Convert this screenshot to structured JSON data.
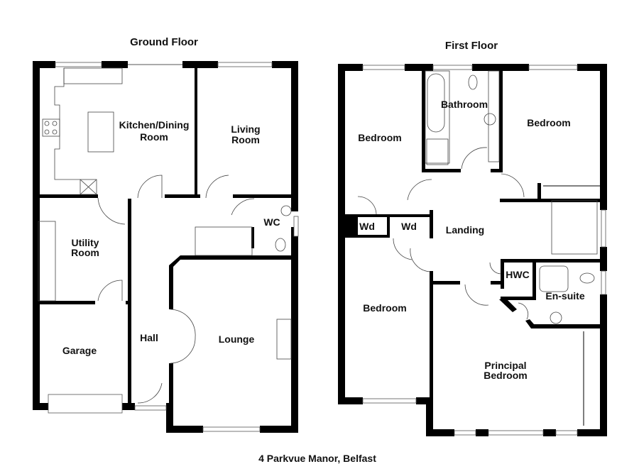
{
  "address": "4 Parkvue Manor, Belfast",
  "floors": [
    {
      "title": "Ground Floor",
      "rooms": [
        {
          "name": "Kitchen/Dining",
          "name2": "Room"
        },
        {
          "name": "Living",
          "name2": "Room"
        },
        {
          "name": "WC"
        },
        {
          "name": "Utility",
          "name2": "Room"
        },
        {
          "name": "Hall"
        },
        {
          "name": "Lounge"
        },
        {
          "name": "Garage"
        }
      ]
    },
    {
      "title": "First Floor",
      "rooms": [
        {
          "name": "Bedroom"
        },
        {
          "name": "Bathroom"
        },
        {
          "name": "Bedroom"
        },
        {
          "name": "Wd"
        },
        {
          "name": "Wd"
        },
        {
          "name": "Landing"
        },
        {
          "name": "HWC"
        },
        {
          "name": "En-suite"
        },
        {
          "name": "Bedroom"
        },
        {
          "name": "Principal",
          "name2": "Bedroom"
        }
      ]
    }
  ],
  "colors": {
    "wall": "#000000",
    "background": "#ffffff",
    "fixture_line": "#444444"
  }
}
